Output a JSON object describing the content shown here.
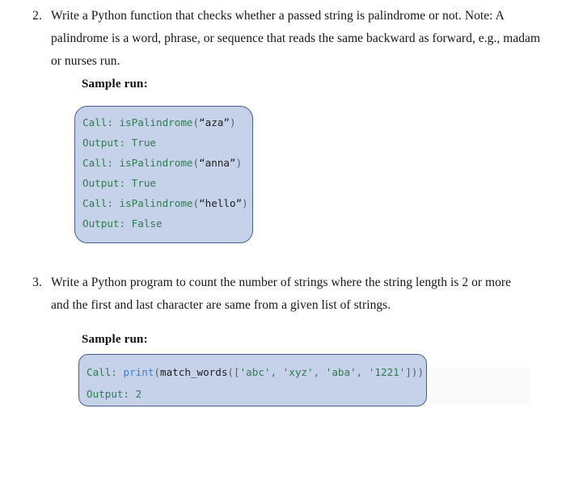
{
  "document": {
    "questions": [
      {
        "number": "2.",
        "text": "Write a Python function that checks whether a passed string is palindrome or not. Note: A palindrome is a word, phrase, or sequence that reads the same backward as forward, e.g., madam or nurses run.",
        "sample_run_label": "Sample run:",
        "code_lines": [
          {
            "prefix": "Call: ",
            "name": "isPalindrome",
            "open": "(",
            "arg": "“aza”",
            "close": ")"
          },
          {
            "prefix": "Output: ",
            "name": "True",
            "open": "",
            "arg": "",
            "close": ""
          },
          {
            "prefix": "Call: ",
            "name": "isPalindrome",
            "open": "(",
            "arg": "“anna”",
            "close": ")"
          },
          {
            "prefix": "Output: ",
            "name": "True",
            "open": "",
            "arg": "",
            "close": ""
          },
          {
            "prefix": "Call: ",
            "name": "isPalindrome",
            "open": "(",
            "arg": "“hello”",
            "close": ")"
          },
          {
            "prefix": "Output: ",
            "name": "False",
            "open": "",
            "arg": "",
            "close": ""
          }
        ]
      },
      {
        "number": "3.",
        "text": "Write a Python program to count the number of strings where the string length is 2 or more and the first and last character are same from a given list of strings.",
        "sample_run_label": "Sample run:",
        "code_call_prefix": "Call: ",
        "code_call_print": "print",
        "code_call_paren_open": "(",
        "code_call_func": "match_words",
        "code_call_args": "([",
        "code_call_list": "'abc', 'xyz', 'aba', '1221'",
        "code_call_close": "]))",
        "code_output_line": "Output: 2"
      }
    ]
  },
  "colors": {
    "code_background": "#c5d2ea",
    "code_border": "#44608f",
    "code_text_green": "#2f7d4f",
    "code_text_blue": "#3b7fc4",
    "code_text_dark": "#1e1e1e",
    "page_background": "#ffffff",
    "body_text": "#161616"
  }
}
